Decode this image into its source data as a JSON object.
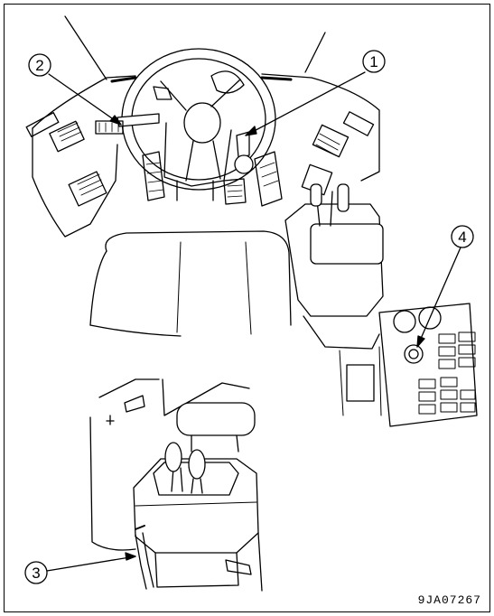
{
  "callouts": [
    {
      "id": "1",
      "text": "1"
    },
    {
      "id": "2",
      "text": "2"
    },
    {
      "id": "3",
      "text": "3"
    },
    {
      "id": "4",
      "text": "4"
    }
  ],
  "figure_code": "9JA07267",
  "colors": {
    "line": "#000000",
    "background": "#ffffff",
    "shade": "#d9d9d9"
  }
}
